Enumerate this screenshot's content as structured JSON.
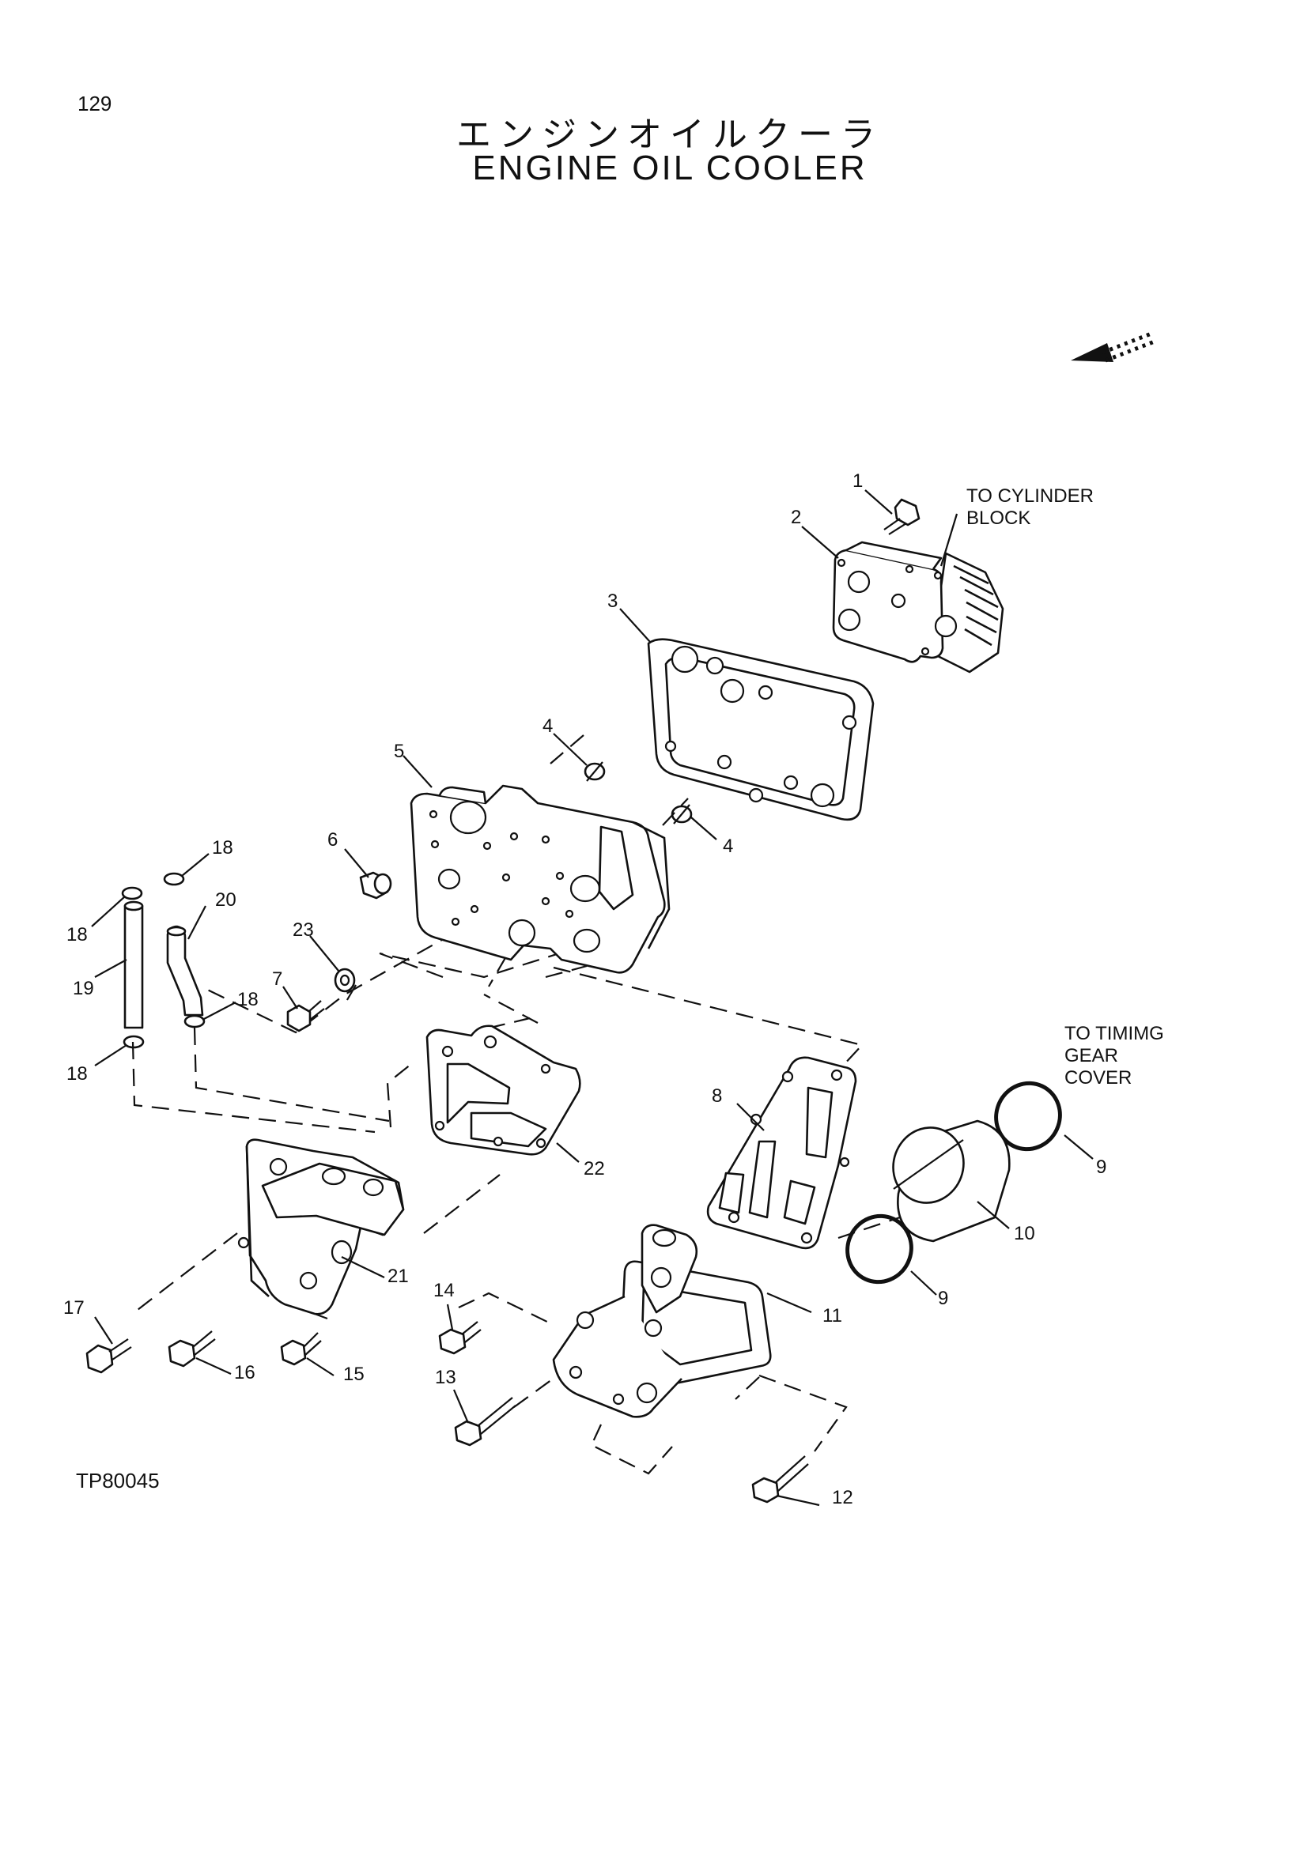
{
  "page_number": "129",
  "title_ja": "エンジンオイルクーラ",
  "title_en": "ENGINE OIL COOLER",
  "notes": {
    "cylinder_block": "TO CYLINDER\nBLOCK",
    "timing_gear": "TO TIMIMG\nGEAR\nCOVER"
  },
  "drawing_code": "TP80045",
  "callouts": [
    "1",
    "2",
    "3",
    "4",
    "4",
    "5",
    "6",
    "7",
    "8",
    "9",
    "9",
    "10",
    "11",
    "12",
    "13",
    "14",
    "15",
    "16",
    "17",
    "18",
    "18",
    "18",
    "18",
    "19",
    "20",
    "21",
    "22",
    "23"
  ]
}
